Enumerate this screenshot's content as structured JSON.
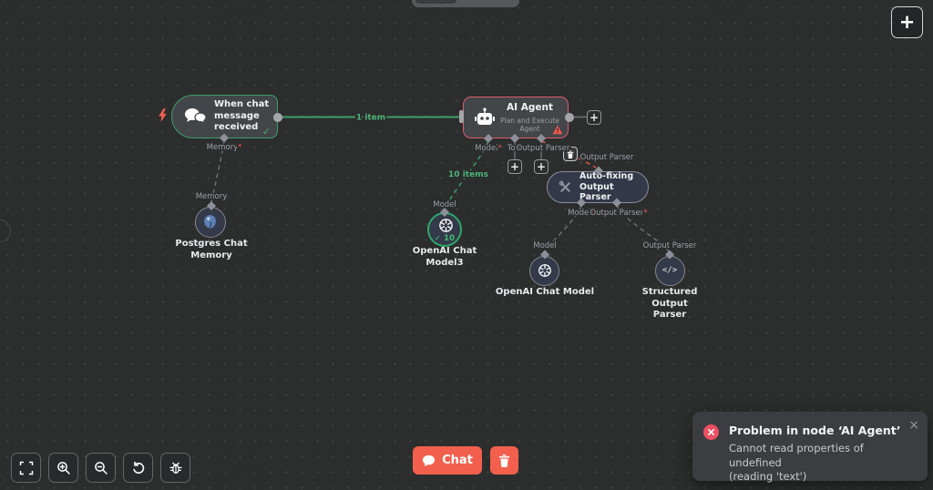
{
  "colors": {
    "green": "#3e9e68",
    "red_edge": "#e2584e",
    "error_pink": "#dc5d6c",
    "primary": "#f2604d"
  },
  "topbar": {
    "add": "+"
  },
  "nodes": {
    "trigger": {
      "line1": "When chat",
      "line2": "message received",
      "check": "✓"
    },
    "agent": {
      "title": "AI Agent",
      "subtitle": "Plan and Execute Agent"
    },
    "autofix": {
      "line1": "Auto-fixing Output",
      "line2": "Parser"
    },
    "postgres": {
      "line1": "Postgres Chat",
      "line2": "Memory"
    },
    "model3": {
      "label": "OpenAI Chat Model3",
      "check": "✓",
      "count": "10"
    },
    "chatmodel": {
      "label": "OpenAI Chat Model"
    },
    "structured": {
      "line1": "Structured Output",
      "line2": "Parser",
      "icon": "</>"
    }
  },
  "ports": {
    "memory": "Memory",
    "model": "Model",
    "tool": "Tool",
    "output_parser": "Output Parser",
    "required": "*"
  },
  "edges": {
    "one_item": "1 item",
    "ten_items": "10 items"
  },
  "plus": "+",
  "chatbar": {
    "chat": "Chat"
  },
  "toast": {
    "title": "Problem in node ‘AI Agent’",
    "line1": "Cannot read properties of undefined",
    "line2": "(reading 'text')",
    "close": "×"
  }
}
